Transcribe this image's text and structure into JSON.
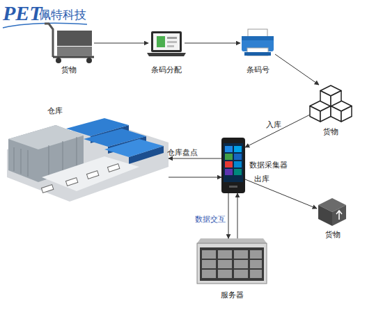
{
  "diagram": {
    "nodes": [
      {
        "text": [
          "货物"
        ]
      },
      {
        "text": [
          "条码分配"
        ]
      },
      {
        "text": [
          "条码号"
        ]
      },
      {
        "text": [
          "货物"
        ]
      },
      {
        "text": [
          "仓库"
        ]
      },
      {
        "text": [
          "数据采集器"
        ]
      },
      {
        "text": [
          "货物"
        ]
      },
      {
        "text": [
          "服务器"
        ]
      }
    ],
    "edges": [
      {
        "from": 0,
        "to": 1,
        "arrow": "to"
      },
      {
        "from": 1,
        "to": 2,
        "arrow": "to"
      },
      {
        "from": 2,
        "to": 3,
        "arrow": "to"
      },
      {
        "from": 3,
        "to": 5,
        "label": "入库",
        "arrow": "to"
      },
      {
        "from": 5,
        "to": 4,
        "label": "仓库盘点",
        "arrow": "to"
      },
      {
        "from": 4,
        "to": 5,
        "arrow": "to"
      },
      {
        "from": 5,
        "to": 6,
        "label": "出库",
        "arrow": "to"
      },
      {
        "from": 5,
        "to": 7,
        "label": "数据交互",
        "arrow": "to"
      },
      {
        "from": 7,
        "to": 5,
        "arrow": "to"
      }
    ],
    "labels": [
      "PET",
      "佩特科技"
    ]
  }
}
